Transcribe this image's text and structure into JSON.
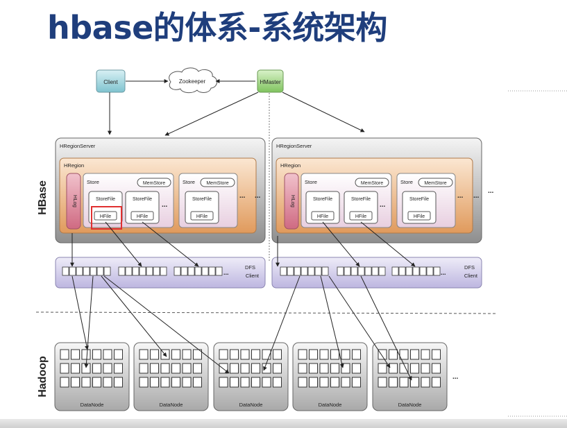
{
  "title": "hbase的体系-系统架构",
  "nodes": {
    "client": "Client",
    "zookeeper": "Zookeeper",
    "hmaster": "HMaster"
  },
  "region_server": {
    "label": "HRegionServer",
    "region_label": "HRegion",
    "hlog_label": "HLog",
    "store_label": "Store",
    "memstore_label": "MemStore",
    "storefile_label": "StoreFile",
    "hfile_label": "HFile",
    "ellipsis": "..."
  },
  "dfs_client": {
    "line1": "DFS",
    "line2": "Client"
  },
  "layers": {
    "hbase": "HBase",
    "hadoop": "Hadoop"
  },
  "datanode_label": "DataNode",
  "datanode_ellipsis": "...",
  "colors": {
    "title": "#1f3e7c",
    "highlight": "#e03030",
    "region_fill": "#e8a870",
    "hlog_fill": "#d98a9c",
    "dfs_fill": "#d6d2ee"
  }
}
